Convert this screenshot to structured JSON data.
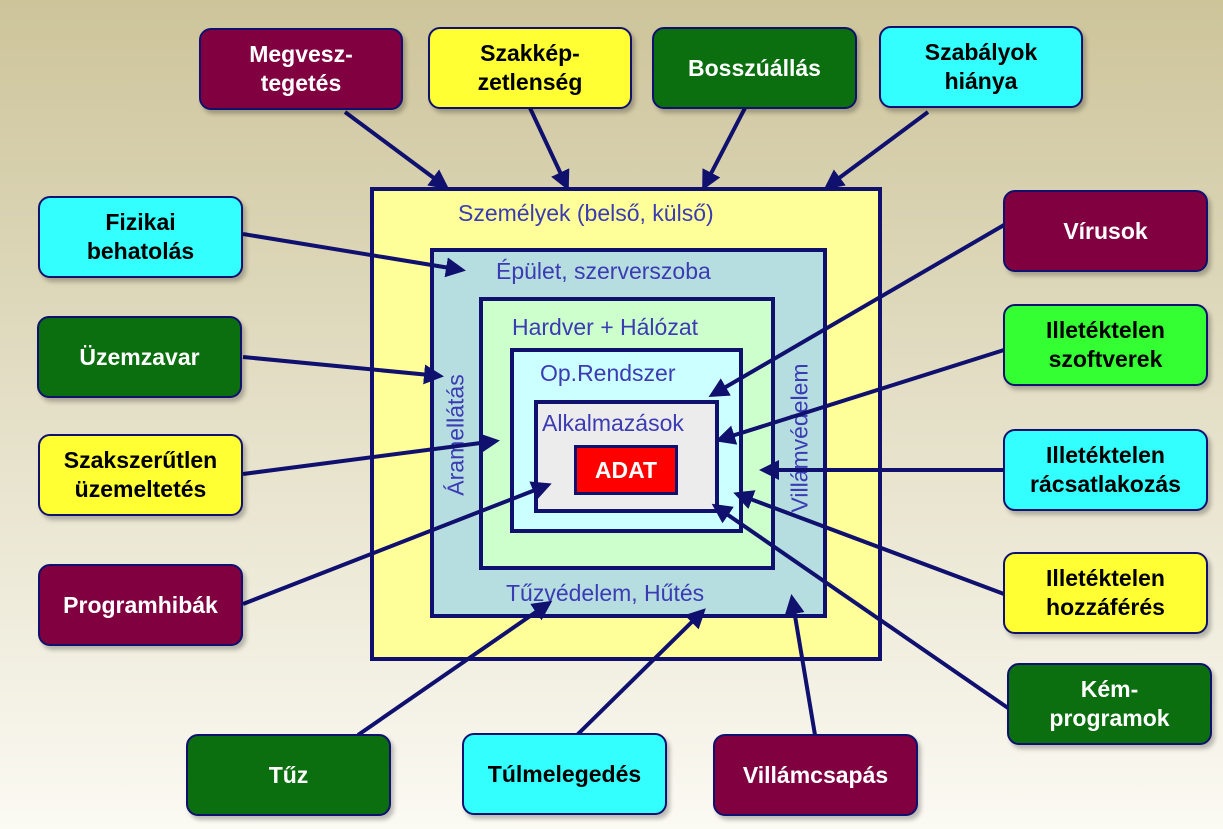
{
  "layers": {
    "szemelyek": "Személyek (belső, külső)",
    "epulet": "Épület, szerverszoba",
    "hardver": "Hardver + Hálózat",
    "oprendszer": "Op.Rendszer",
    "alkalmazasok": "Alkalmazások",
    "tuzvedelem": "Tűzvédelem, Hűtés",
    "aramellatas": "Áramellátás",
    "villamvedelem": "Villámvédelem"
  },
  "core": "ADAT",
  "threats": {
    "megvesztegetes": "Megvesz-\ntegetés",
    "szakkepzetlenseg": "Szakkép-\nzetlenség",
    "bosszuallas": "Bosszúállás",
    "szabalyok_hianya": "Szabályok\nhiánya",
    "fizikai_behatolas": "Fizikai\nbehatolás",
    "uzemzavar": "Üzemzavar",
    "szakszerutlen": "Szakszerűtlen\nüzemeltetés",
    "programhibak": "Programhibák",
    "virusok": "Vírusok",
    "illeteketlen_szoftverek": "Illetéktelen\nszoftverek",
    "illeteketlen_racsatlakozas": "Illetéktelen\nrácsatlakozás",
    "illeteketlen_hozzaferes": "Illetéktelen\nhozzáférés",
    "kemprogramok": "Kém-\nprogramok",
    "tuz": "Tűz",
    "tulmelegedes": "Túlmelegedés",
    "villamcsapas": "Villámcsapás"
  },
  "colors": {
    "maroon": "#800040",
    "yellow": "#ffff33",
    "green": "#0b6e0f",
    "cyan": "#33ffff",
    "lime": "#33ff33",
    "arrow": "#10106e",
    "core": "#ff0000"
  }
}
